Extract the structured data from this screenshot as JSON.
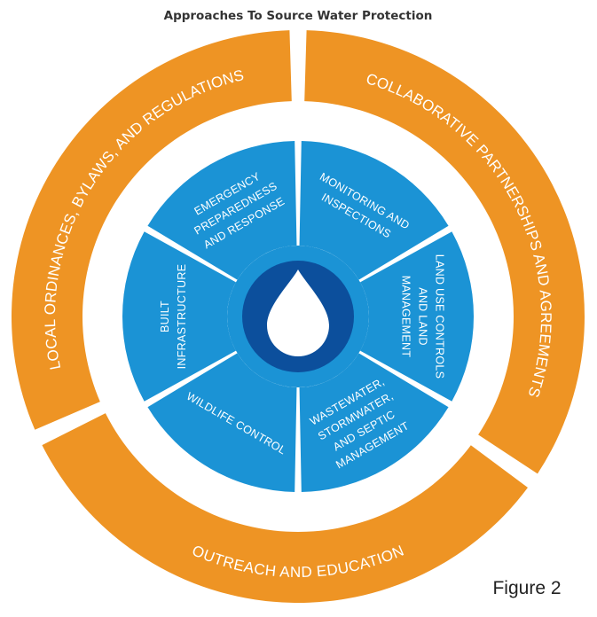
{
  "title": "Approaches To Source Water Protection",
  "figure_label": "Figure 2",
  "colors": {
    "outer_ring": "#ee9424",
    "inner_wedges": "#1b93d5",
    "center_disc": "#0c4f9c",
    "drop": "#ffffff",
    "background": "#ffffff"
  },
  "outer_ring": [
    {
      "label": "LOCAL ORDINANCES, BYLAWS, AND REGULATIONS"
    },
    {
      "label": "COLLABORATIVE PARTNERSHIPS AND AGREEMENTS"
    },
    {
      "label": "OUTREACH AND EDUCATION"
    }
  ],
  "inner_wedges": [
    {
      "lines": [
        "MONITORING AND",
        "INSPECTIONS"
      ]
    },
    {
      "lines": [
        "LAND USE CONTROLS",
        "AND LAND",
        "MANAGEMENT"
      ]
    },
    {
      "lines": [
        "WASTEWATER,",
        "STORMWATER,",
        "AND SEPTIC",
        "MANAGEMENT"
      ]
    },
    {
      "lines": [
        "WILDLIFE CONTROL"
      ]
    },
    {
      "lines": [
        "BUILT",
        "INFRASTRUCTURE"
      ]
    },
    {
      "lines": [
        "EMERGENCY",
        "PREPAREDNESS",
        "AND RESPONSE"
      ]
    }
  ],
  "center_icon": "water-drop-icon"
}
